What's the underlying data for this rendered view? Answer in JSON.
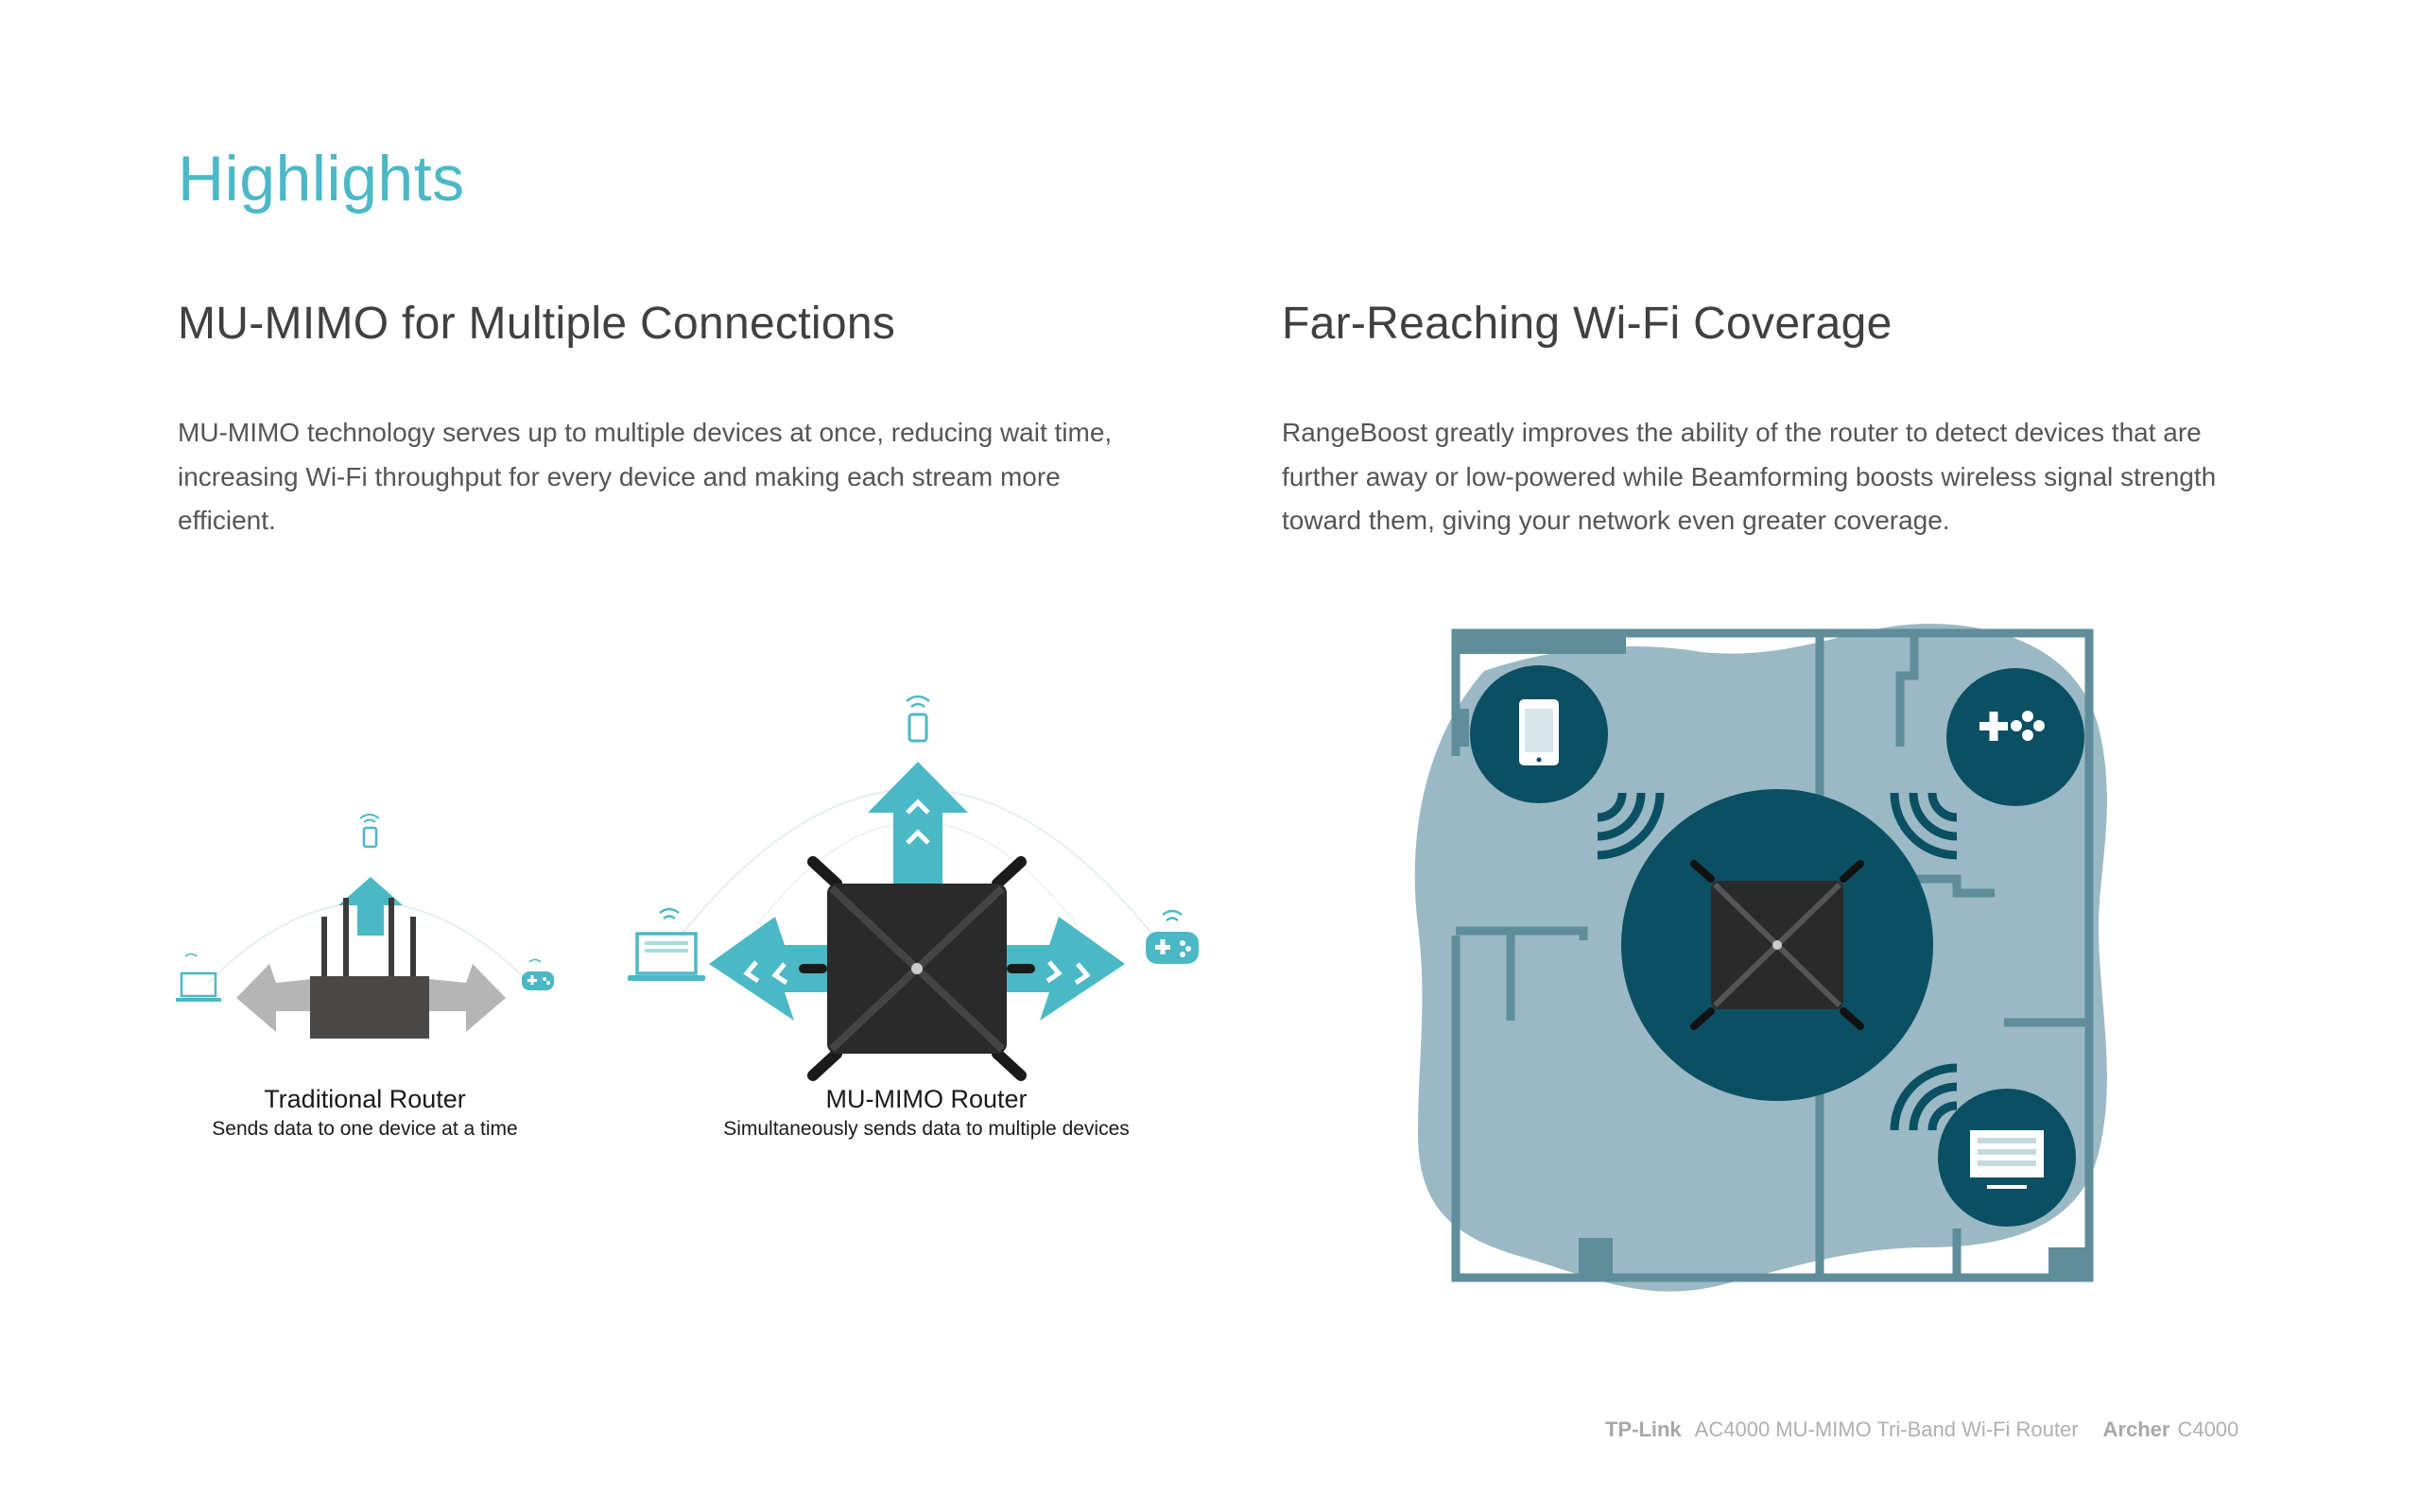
{
  "page": {
    "title": "Highlights"
  },
  "left_section": {
    "heading": "MU-MIMO for Multiple Connections",
    "body": "MU-MIMO technology serves up to multiple devices at once, reducing wait time, increasing Wi-Fi throughput for every device and making each stream more efficient."
  },
  "right_section": {
    "heading": "Far-Reaching Wi-Fi Coverage",
    "body": "RangeBoost greatly improves the ability of the router to detect devices that are further away or low-powered while Beamforming boosts wireless signal strength toward them, giving your network even greater coverage."
  },
  "diagrams": {
    "traditional": {
      "title": "Traditional Router",
      "subtitle": "Sends data to one device at a time"
    },
    "mumimo": {
      "title": "MU-MIMO Router",
      "subtitle": "Simultaneously sends data to multiple devices"
    }
  },
  "footer": {
    "brand": "TP-Link",
    "product": "AC4000 MU-MIMO Tri-Band Wi-Fi Router",
    "series": "Archer",
    "model": "C4000"
  },
  "colors": {
    "accent": "#4bb8c6",
    "dark_teal": "#0b4f63",
    "coverage": "#9ab9c4",
    "wall": "#5f8d9a",
    "router": "#2a2a2a",
    "gray_arrow": "#b5b5b5"
  },
  "icons": {
    "phone": "phone-icon",
    "laptop": "laptop-icon",
    "gamepad": "gamepad-icon",
    "wifi": "wifi-signal-icon",
    "router": "router-icon"
  }
}
